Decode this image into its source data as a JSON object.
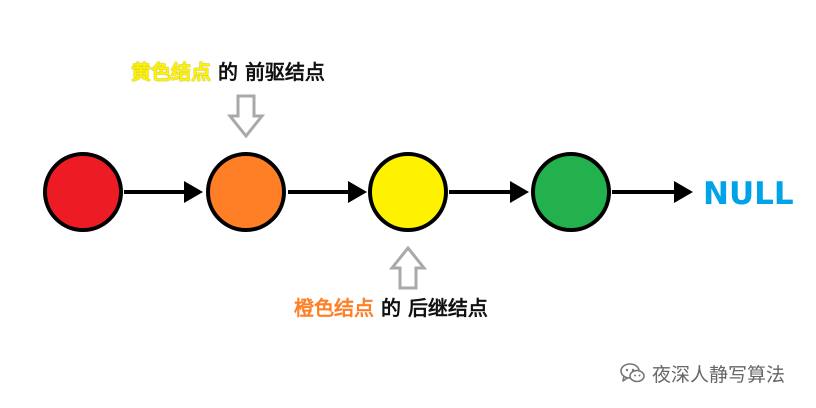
{
  "diagram": {
    "nodes": [
      {
        "name": "node-red",
        "color": "#ed1c24"
      },
      {
        "name": "node-orange",
        "color": "#ff7f27"
      },
      {
        "name": "node-yellow",
        "color": "#fff200"
      },
      {
        "name": "node-green",
        "color": "#22b14c"
      }
    ],
    "null_label": "NULL",
    "null_color": "#00a2e8",
    "top_annotation": {
      "highlight": "黄色结点",
      "highlight_color": "#fff200",
      "connector": " 的 ",
      "rest": "前驱结点"
    },
    "bottom_annotation": {
      "highlight": "橙色结点",
      "highlight_color": "#ff7f27",
      "connector": " 的 ",
      "rest": "后继结点"
    }
  },
  "watermark": {
    "text": "夜深人静写算法",
    "icon": "wechat-icon"
  }
}
